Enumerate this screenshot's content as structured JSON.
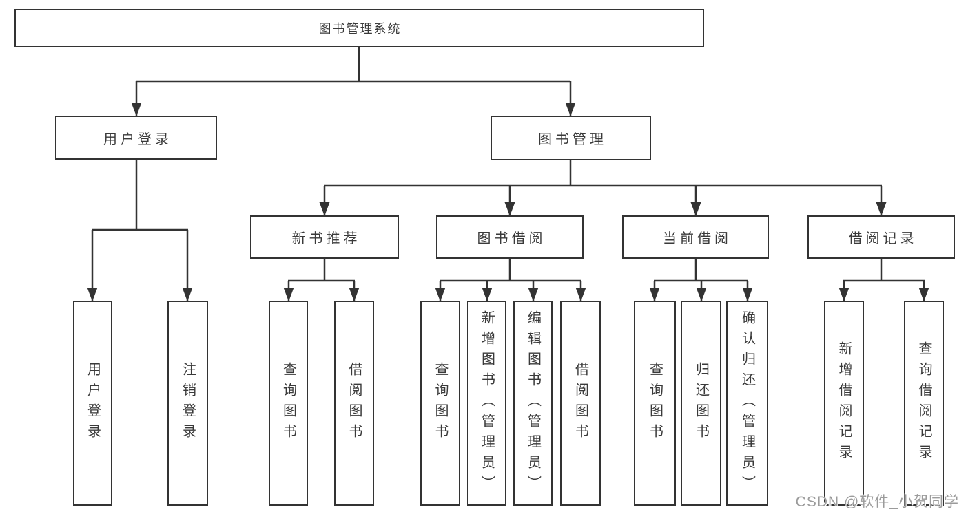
{
  "diagram": {
    "root_label": "图书管理系统",
    "level2": {
      "user_login": "用户登录",
      "book_management": "图书管理"
    },
    "user_login_children": [
      "用户登录",
      "注销登录"
    ],
    "book_management_groups": [
      {
        "label": "新书推荐",
        "leaves": [
          "查询图书",
          "借阅图书"
        ]
      },
      {
        "label": "图书借阅",
        "leaves": [
          "查询图书",
          "新增图书（管理员）",
          "编辑图书（管理员）",
          "借阅图书"
        ]
      },
      {
        "label": "当前借阅",
        "leaves": [
          "查询图书",
          "归还图书",
          "确认归还（管理员）"
        ]
      },
      {
        "label": "借阅记录",
        "leaves": [
          "新增借阅记录",
          "查询借阅记录"
        ]
      }
    ]
  },
  "colors": {
    "line": "#333333",
    "watermark": "#9b9b9b"
  },
  "watermark": "CSDN @软件_小贺同学"
}
